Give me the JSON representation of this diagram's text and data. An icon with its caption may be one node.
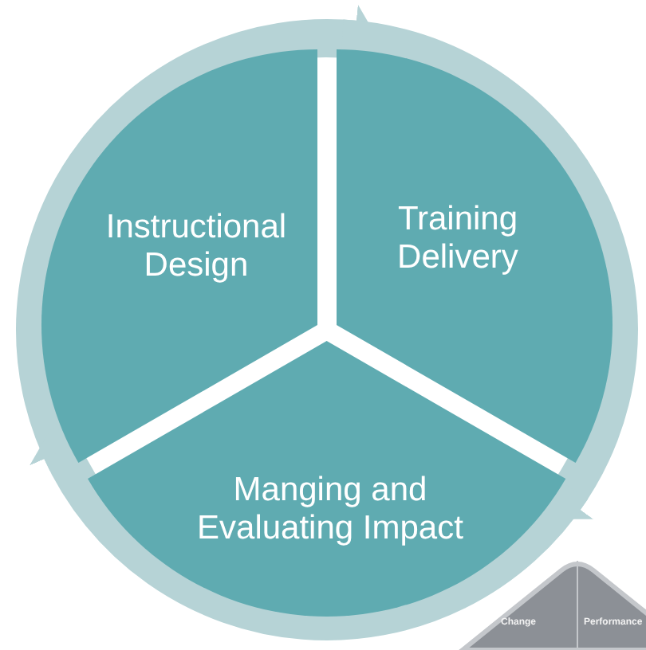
{
  "diagram": {
    "nodes": [
      {
        "text": [
          "Instructional Design"
        ]
      },
      {
        "text": [
          "Training Delivery"
        ]
      },
      {
        "text": [
          "Manging and Evaluating Impact"
        ]
      }
    ],
    "edges": [
      {
        "from": 0,
        "to": 1,
        "arrow": "to"
      },
      {
        "from": 1,
        "to": 2,
        "arrow": "to"
      },
      {
        "from": 2,
        "to": 0,
        "arrow": "to"
      }
    ],
    "labels": [
      "Change",
      "Performance"
    ]
  }
}
